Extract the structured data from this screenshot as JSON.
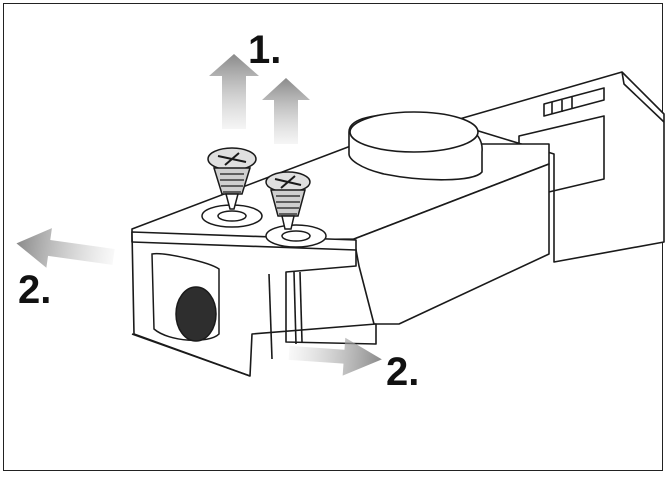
{
  "labels": {
    "step1": "1.",
    "step2_left": "2.",
    "step2_right": "2."
  },
  "colors": {
    "line": "#1a1a1a",
    "arrow_grey": "#9a9a9a",
    "socket_dark": "#2e2e2e"
  }
}
